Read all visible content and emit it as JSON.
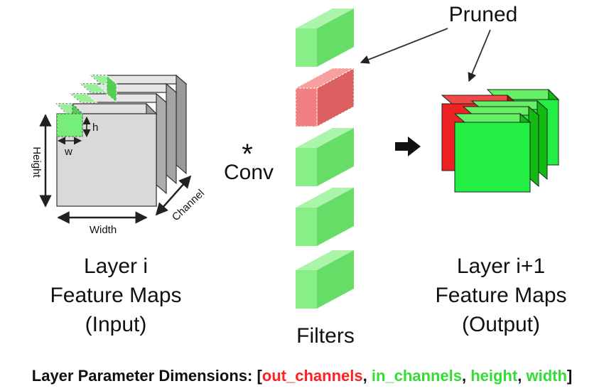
{
  "input": {
    "height_label": "Height",
    "width_label": "Width",
    "channel_label": "Channel",
    "h_label": "h",
    "w_label": "w",
    "caption": [
      "Layer i",
      "Feature Maps",
      "(Input)"
    ]
  },
  "operator": {
    "symbol": "*",
    "label": "Conv"
  },
  "filters": {
    "caption": "Filters"
  },
  "pruned_label": "Pruned",
  "output": {
    "caption": [
      "Layer i+1",
      "Feature Maps",
      "(Output)"
    ]
  },
  "footer": {
    "prefix": "Layer Parameter Dimensions: [",
    "out_channels": "out_channels",
    "sep1": ", ",
    "in_channels": "in_channels",
    "sep2": ", ",
    "height": "height",
    "sep3": ", ",
    "width": "width",
    "suffix": "]"
  },
  "colors": {
    "out_channels": "#ff2020",
    "in_channels": "#33dd33",
    "height": "#33dd33",
    "width": "#33dd33",
    "pruned_red": "#ee2222",
    "filter_green": "#77ee77",
    "output_green": "#22ee44"
  }
}
